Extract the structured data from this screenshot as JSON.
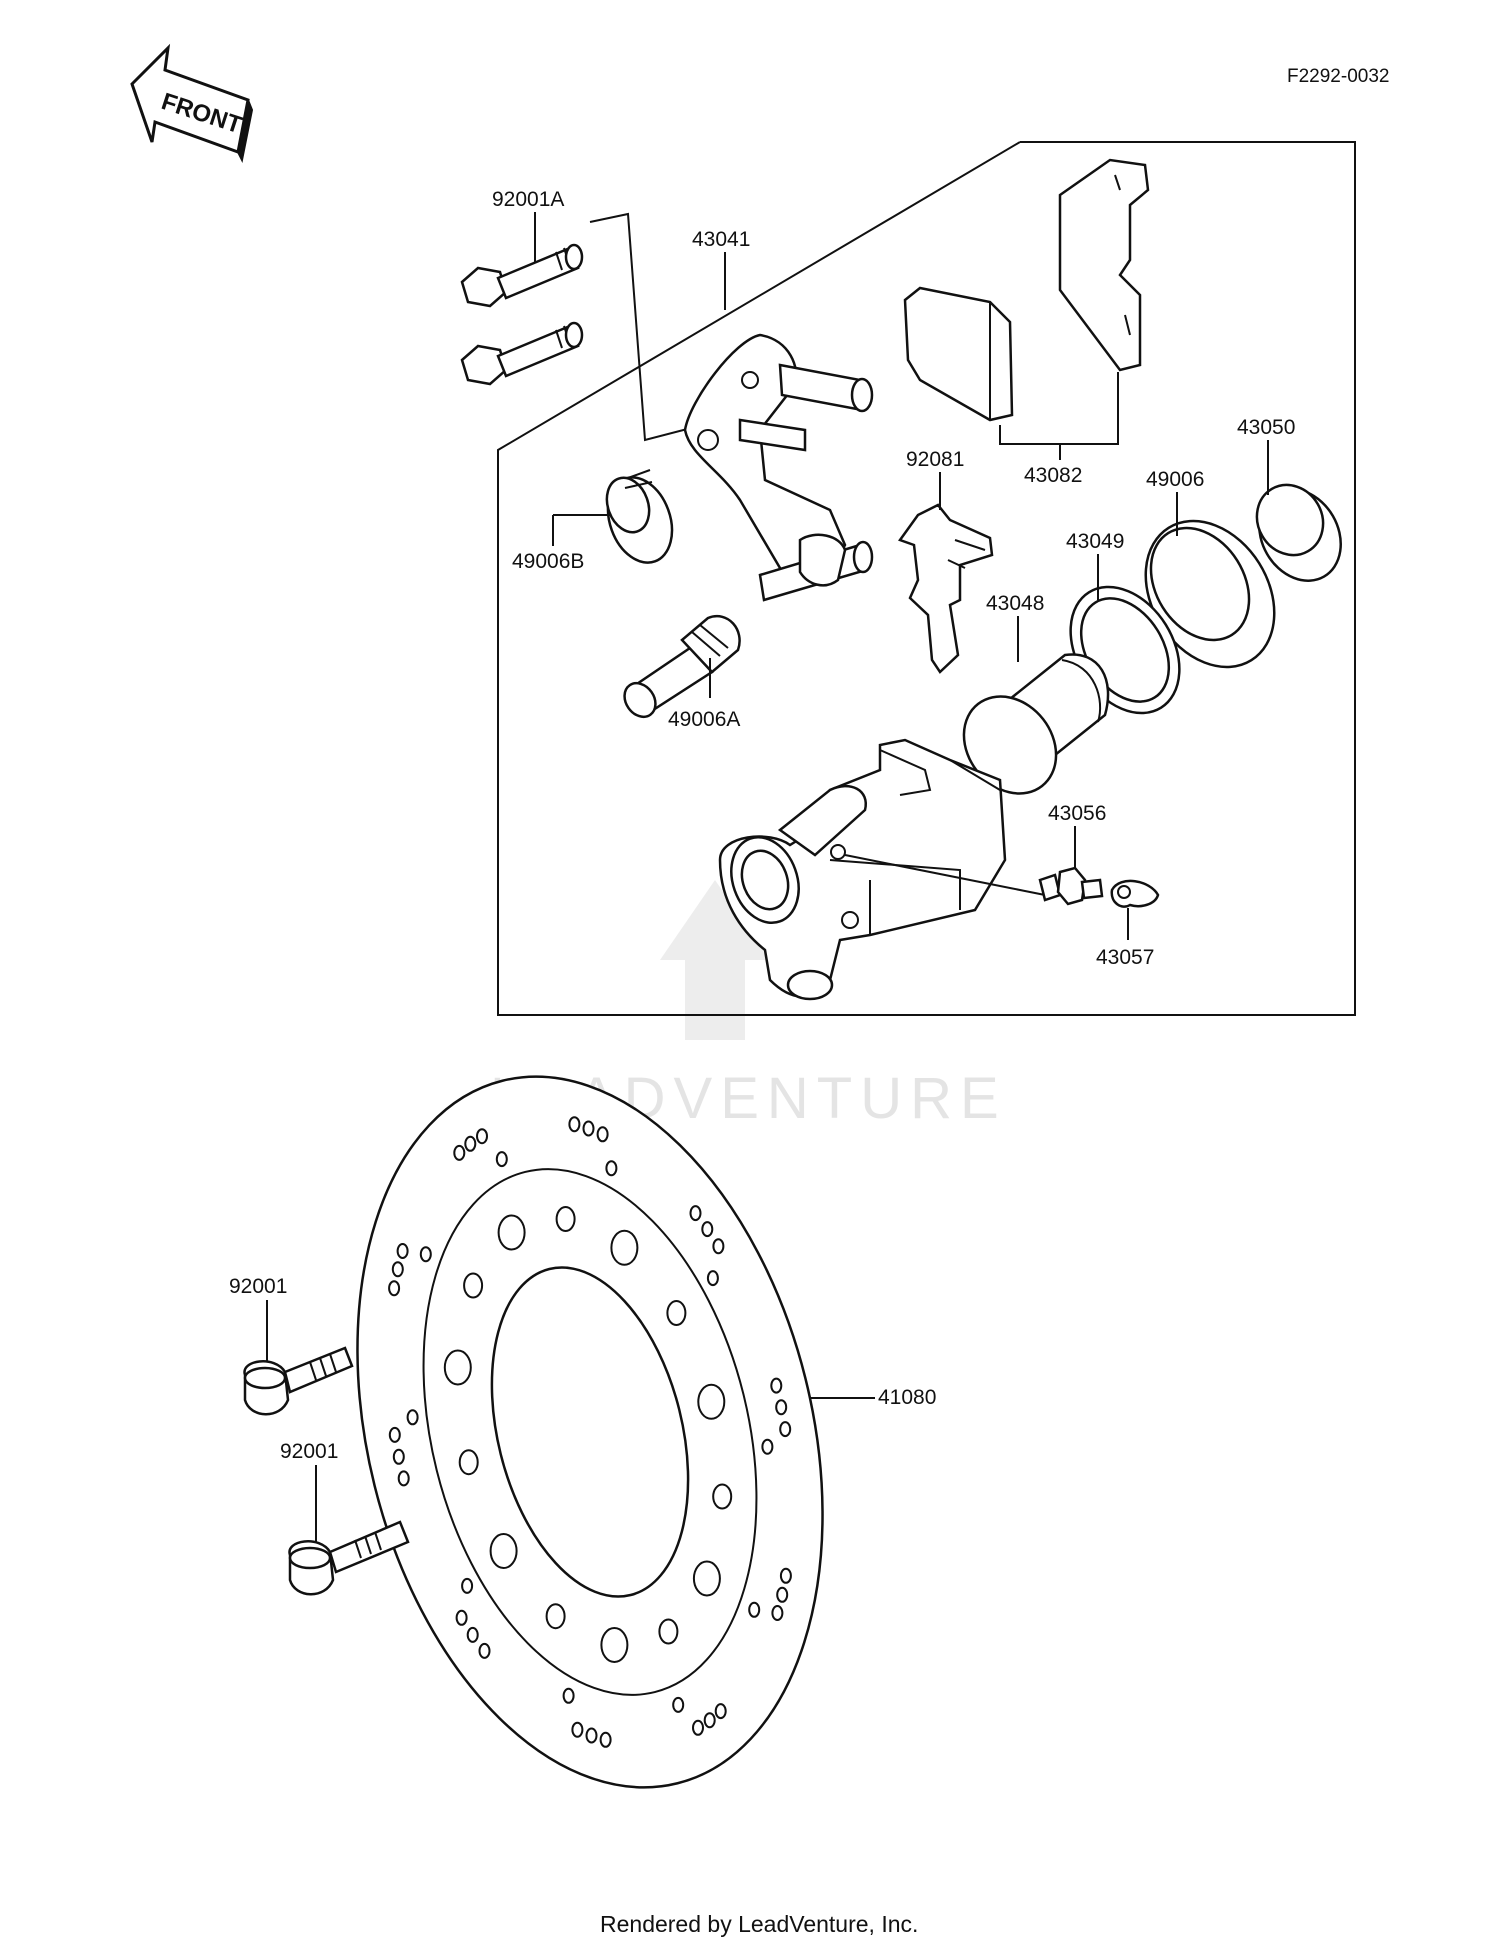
{
  "diagram_code": "F2292-0032",
  "direction_label": "FRONT",
  "watermark": "LEADVENTURE",
  "footer": "Rendered by LeadVenture, Inc.",
  "part_labels": {
    "p92001A": "92001A",
    "p43041": "43041",
    "p43082": "43082",
    "p92081": "92081",
    "p43050": "43050",
    "p49006": "49006",
    "p43049": "43049",
    "p43048": "43048",
    "p49006B": "49006B",
    "p49006A": "49006A",
    "p43056": "43056",
    "p43057": "43057",
    "p92001_upper": "92001",
    "p92001_lower": "92001",
    "p41080": "41080"
  }
}
